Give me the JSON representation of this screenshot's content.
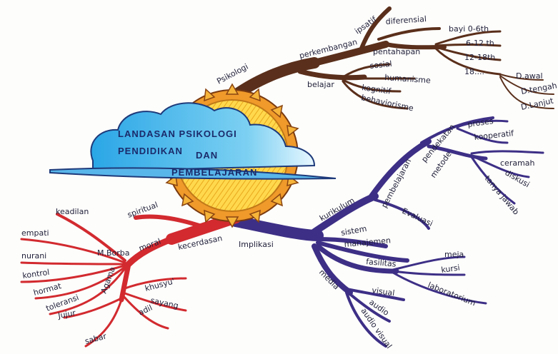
{
  "title": {
    "line1": "LANDASAN PSIKOLOGI",
    "line2": "PENDIDIKAN",
    "line3": "DAN",
    "line4": "PEMBELAJARAN"
  },
  "psikologi": {
    "label": "Psikologi",
    "perkembangan": "perkembangan",
    "ipsatif": "ipsatif",
    "diferensial": "diferensial",
    "pentahapan": "pentahapan",
    "stages": [
      "bayi 0-6th",
      "6-12 th",
      "12-18th",
      "18...."
    ],
    "adult": [
      "D.awal",
      "D.tengah",
      "D.Lanjut"
    ],
    "belajar": "belajar",
    "learning": [
      "sosial",
      "humanisme",
      "kognitif",
      "behaviorisme"
    ]
  },
  "implikasi": {
    "label": "Implikasi",
    "kurikulum": "kurikulum",
    "pembelajaran": "pembelajaran",
    "pendekatan": "pendekatan",
    "approach": [
      "proses",
      "kooperatif"
    ],
    "metode": "metode",
    "methods": [
      "ceramah",
      "diskusi",
      "tanya jawab"
    ],
    "evaluasi": "Evaluasi",
    "sistem": "sistem",
    "manajemen": "manajemen",
    "fasilitas": "fasilitas",
    "facilities": [
      "meja",
      "kursi",
      "laboratorium"
    ],
    "media": "media",
    "medias": [
      "visual",
      "audio",
      "audio visual"
    ]
  },
  "kecerdasan": {
    "label": "kecerdasan",
    "spiritual": "spiritual",
    "moral": "moral",
    "mborba": "M.Borba",
    "morals": [
      "keadilan",
      "empati",
      "nurani",
      "kontrol",
      "hormat",
      "toleransi"
    ],
    "agama": "Agama",
    "religion": [
      "khusyu'",
      "sayang",
      "adil",
      "Jujur",
      "sabar"
    ]
  }
}
